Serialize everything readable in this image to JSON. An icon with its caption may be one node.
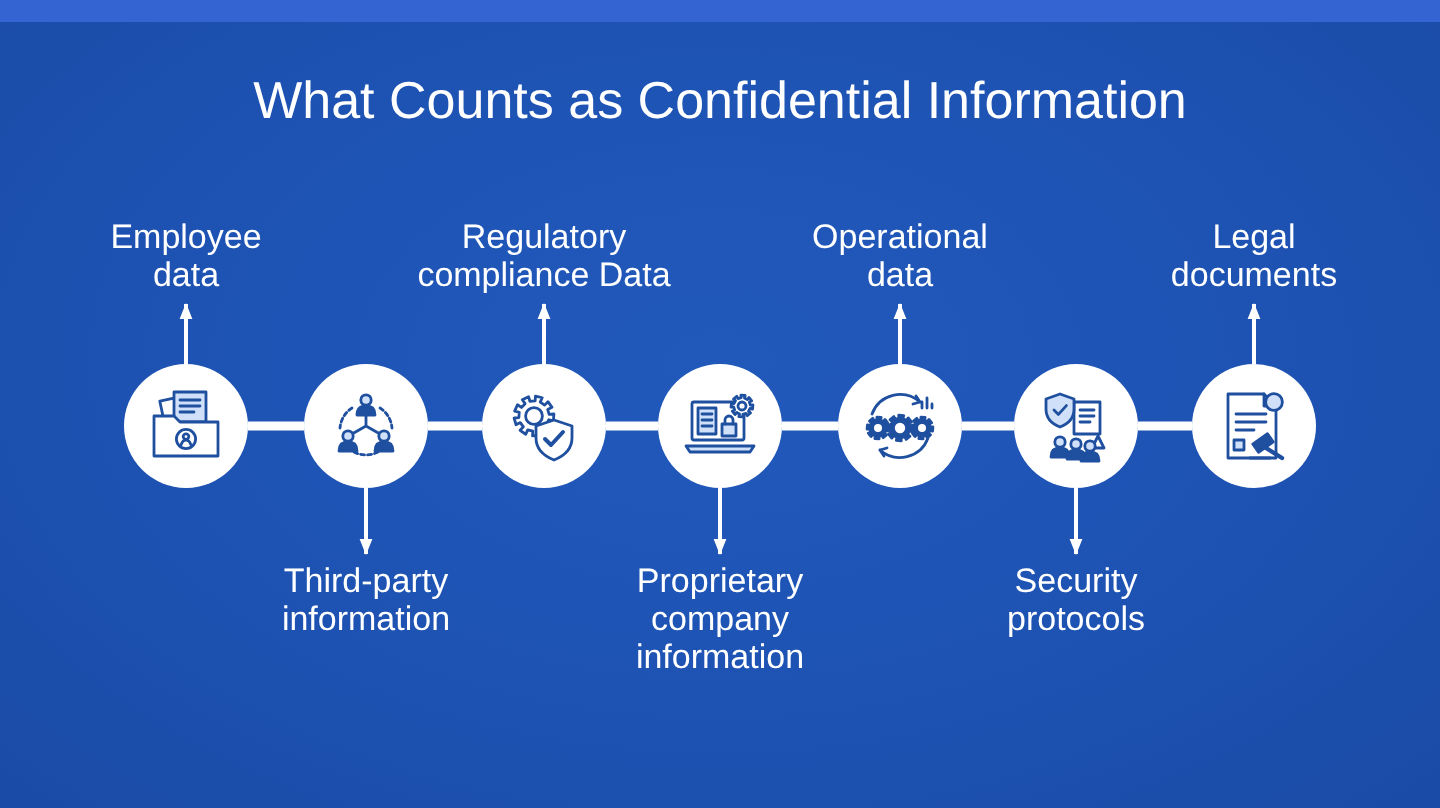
{
  "diagram": {
    "title": "What Counts as Confidential Information",
    "nodes": [
      {
        "text": [
          "Employee data"
        ]
      },
      {
        "text": [
          "Regulatory compliance Data"
        ]
      },
      {
        "text": [
          "Operational data"
        ]
      },
      {
        "text": [
          "Legal documents"
        ]
      },
      {
        "text": [],
        "shape": "circle"
      },
      {
        "text": [],
        "shape": "circle"
      },
      {
        "text": [],
        "shape": "circle"
      },
      {
        "text": [],
        "shape": "circle"
      },
      {
        "text": [],
        "shape": "circle"
      },
      {
        "text": [],
        "shape": "circle"
      },
      {
        "text": [],
        "shape": "circle"
      },
      {
        "text": [
          "Third-party information"
        ]
      },
      {
        "text": [
          "Proprietary company information"
        ]
      },
      {
        "text": [
          "Security protocols"
        ]
      }
    ],
    "edges": [
      {
        "from": 4,
        "to": 5,
        "arrow": "none",
        "style": "thick"
      },
      {
        "from": 5,
        "to": 6,
        "arrow": "none",
        "style": "thick"
      },
      {
        "from": 6,
        "to": 7,
        "arrow": "none",
        "style": "thick"
      },
      {
        "from": 7,
        "to": 8,
        "arrow": "none",
        "style": "thick"
      },
      {
        "from": 8,
        "to": 9,
        "arrow": "none",
        "style": "thick"
      },
      {
        "from": 9,
        "to": 10,
        "arrow": "none",
        "style": "thick"
      },
      {
        "from": 4,
        "to": 0,
        "arrow": "to"
      },
      {
        "from": 5,
        "to": 11,
        "arrow": "to"
      },
      {
        "from": 6,
        "to": 1,
        "arrow": "to"
      },
      {
        "from": 7,
        "to": 12,
        "arrow": "to"
      },
      {
        "from": 8,
        "to": 2,
        "arrow": "to"
      },
      {
        "from": 9,
        "to": 13,
        "arrow": "to"
      },
      {
        "from": 10,
        "to": 3,
        "arrow": "to"
      }
    ]
  }
}
